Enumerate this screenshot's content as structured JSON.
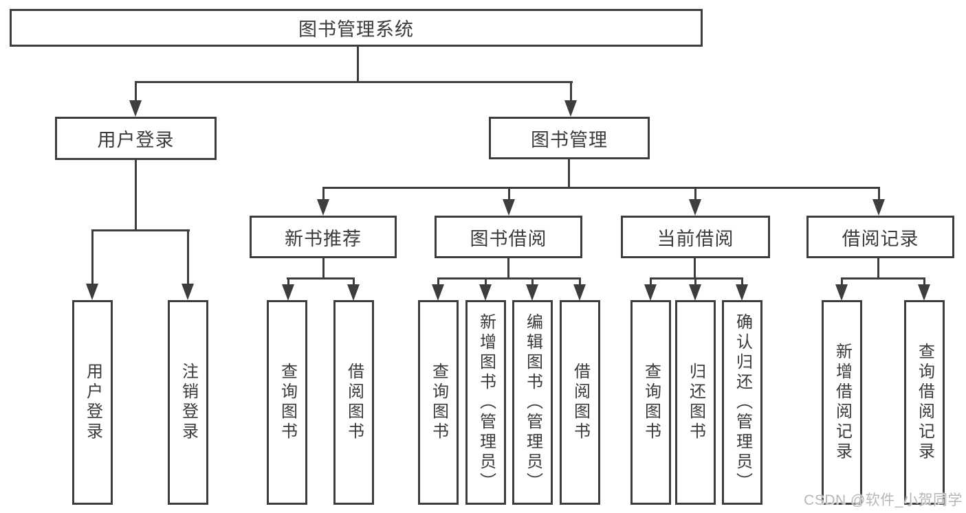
{
  "title": "图书管理系统",
  "watermark": "CSDN @软件_小贺同学",
  "colors": {
    "line": "#3d3d3d",
    "box_background": "#ffffff",
    "text": "#3a3a3a",
    "watermark": "#b6b6b6"
  },
  "nodes": {
    "root": {
      "label": "图书管理系统"
    },
    "user_login": {
      "label": "用户登录",
      "children": [
        {
          "label": "用户登录"
        },
        {
          "label": "注销登录"
        }
      ]
    },
    "book_mgmt": {
      "label": "图书管理"
    },
    "new_book": {
      "label": "新书推荐",
      "children": [
        {
          "label": "查询图书"
        },
        {
          "label": "借阅图书"
        }
      ]
    },
    "book_borrow": {
      "label": "图书借阅",
      "children": [
        {
          "label": "查询图书"
        },
        {
          "label": "新增图书（管理员）"
        },
        {
          "label": "编辑图书（管理员）"
        },
        {
          "label": "借阅图书"
        }
      ]
    },
    "current_borrow": {
      "label": "当前借阅",
      "children": [
        {
          "label": "查询图书"
        },
        {
          "label": "归还图书"
        },
        {
          "label": "确认归还（管理员）"
        }
      ]
    },
    "borrow_records": {
      "label": "借阅记录",
      "children": [
        {
          "label": "新增借阅记录"
        },
        {
          "label": "查询借阅记录"
        }
      ]
    }
  }
}
